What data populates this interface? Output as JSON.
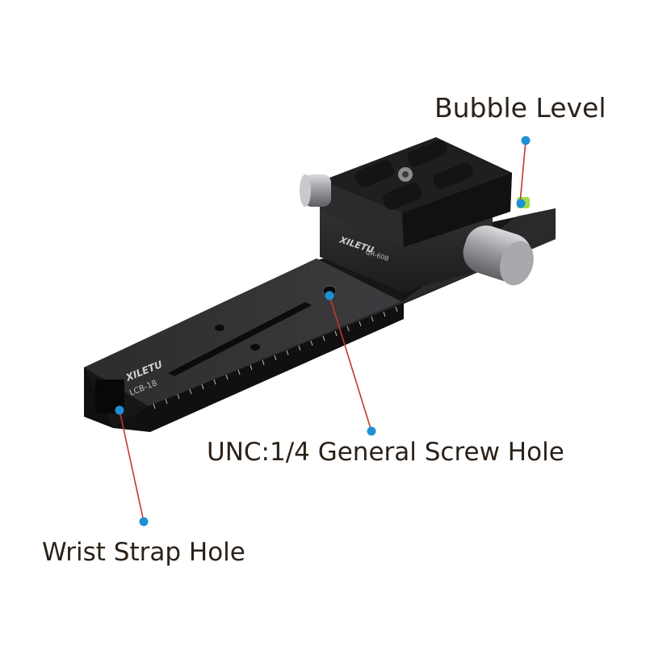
{
  "callouts": {
    "bubble_level": "Bubble Level",
    "screw_hole": "UNC:1/4 General Screw Hole",
    "wrist_strap": "Wrist Strap Hole"
  },
  "product": {
    "brand_plate": "XILETU",
    "brand_clamp": "XILETU",
    "model_plate": "LCB-18",
    "model_clamp": "QR-60B"
  },
  "colors": {
    "leader_line": "#c0392b",
    "dot": "#1e90d6",
    "label_text": "#2b2118"
  }
}
